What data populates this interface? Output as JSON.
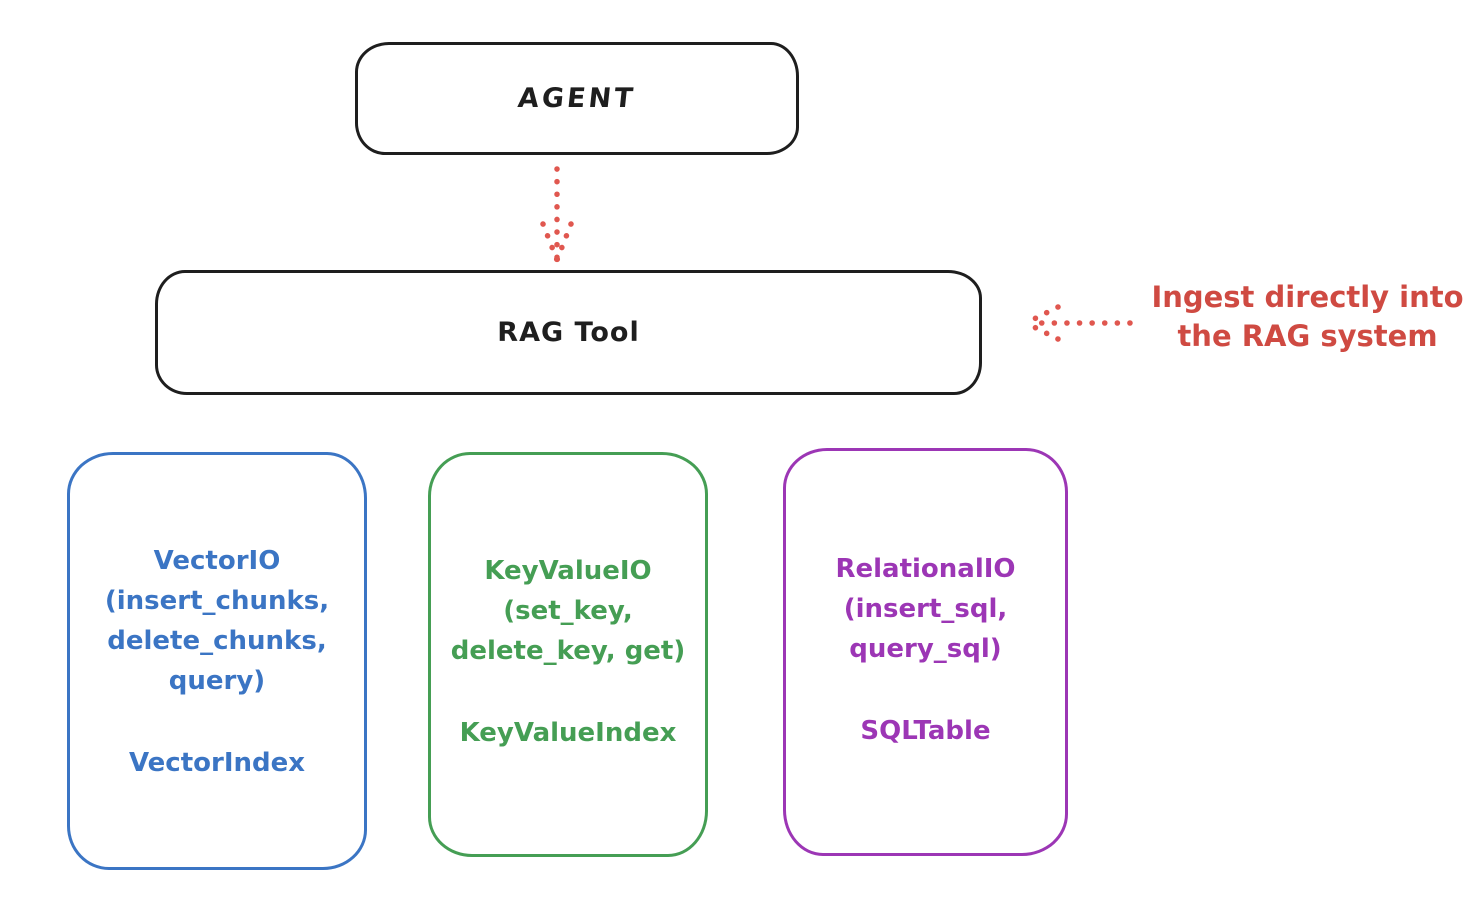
{
  "colors": {
    "ink_black": "#1e1e1e",
    "red_arrow": "#e0574f",
    "red_text": "#cf4a42",
    "blue": "#3b75c4",
    "green": "#459e54",
    "purple": "#9c36b5"
  },
  "agent_box": {
    "label": "AGENT"
  },
  "rag_tool_box": {
    "label": "RAG Tool"
  },
  "annotation": {
    "text": "Ingest directly into\nthe RAG system"
  },
  "io_boxes": [
    {
      "id": "vector-io",
      "methods": "VectorIO\n(insert_chunks,\ndelete_chunks,\nquery)",
      "index": "VectorIndex",
      "color": "#3b75c4"
    },
    {
      "id": "keyvalue-io",
      "methods": "KeyValueIO\n(set_key,\ndelete_key, get)",
      "index": "KeyValueIndex",
      "color": "#459e54"
    },
    {
      "id": "relational-io",
      "methods": "RelationalIO\n(insert_sql,\nquery_sql)",
      "index": "SQLTable",
      "color": "#9c36b5"
    }
  ]
}
